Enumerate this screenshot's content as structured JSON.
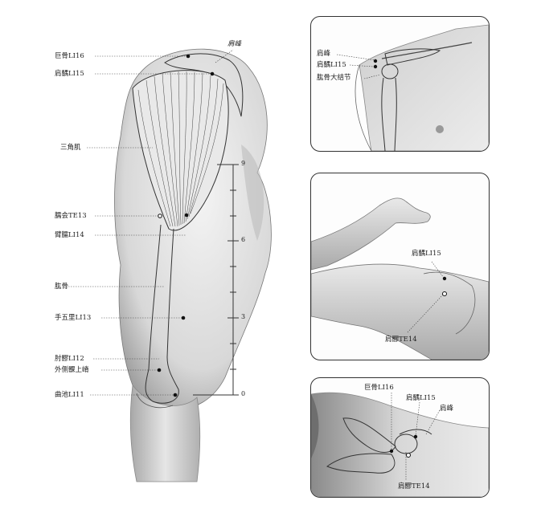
{
  "main_figure": {
    "labels": {
      "jugu": "巨骨LI16",
      "jianyu": "肩髃LI15",
      "jianfeng": "肩峰",
      "sanjiaoji": "三角肌",
      "naohui": "臑会TE13",
      "binao": "臂臑LI14",
      "gonggu": "肱骨",
      "shouwuli": "手五里LI13",
      "zhouliao": "肘髎LI12",
      "waice": "外侧髁上嵴",
      "quchi": "曲池LI11"
    },
    "scale_ticks": [
      "9",
      "6",
      "3",
      "0"
    ]
  },
  "panel_top": {
    "labels": {
      "jianfeng": "肩峰",
      "jianyu": "肩髃LI15",
      "gonggu": "肱骨大结节"
    }
  },
  "panel_middle": {
    "labels": {
      "jianyu": "肩髃LI15",
      "jianliao": "肩髎TE14"
    }
  },
  "panel_bottom": {
    "labels": {
      "jugu": "巨骨LI16",
      "jianyu": "肩髃LI15",
      "jianfeng": "肩峰",
      "jianliao": "肩髎TE14"
    }
  }
}
